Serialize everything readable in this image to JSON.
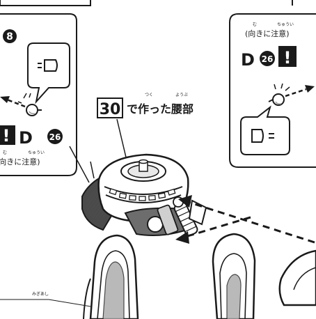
{
  "step_marker": "8",
  "part_label": "D",
  "part_number": "26",
  "exclamation": "!",
  "caution_text": "(向きに注意)",
  "caution_ruby": [
    "む",
    "ちゅうい"
  ],
  "callout_box_number": "30",
  "callout_text": "で作った腰部",
  "callout_ruby": [
    "つく",
    "ようぶ"
  ],
  "footnote_ruby": "みぎあし",
  "colors": {
    "line": "#1a1a1a",
    "paper": "#ffffff",
    "shade": "#8a8a8a"
  },
  "icons": [
    "peg-connector-icon",
    "caution-exclamation-icon",
    "insert-arrow-icon"
  ]
}
